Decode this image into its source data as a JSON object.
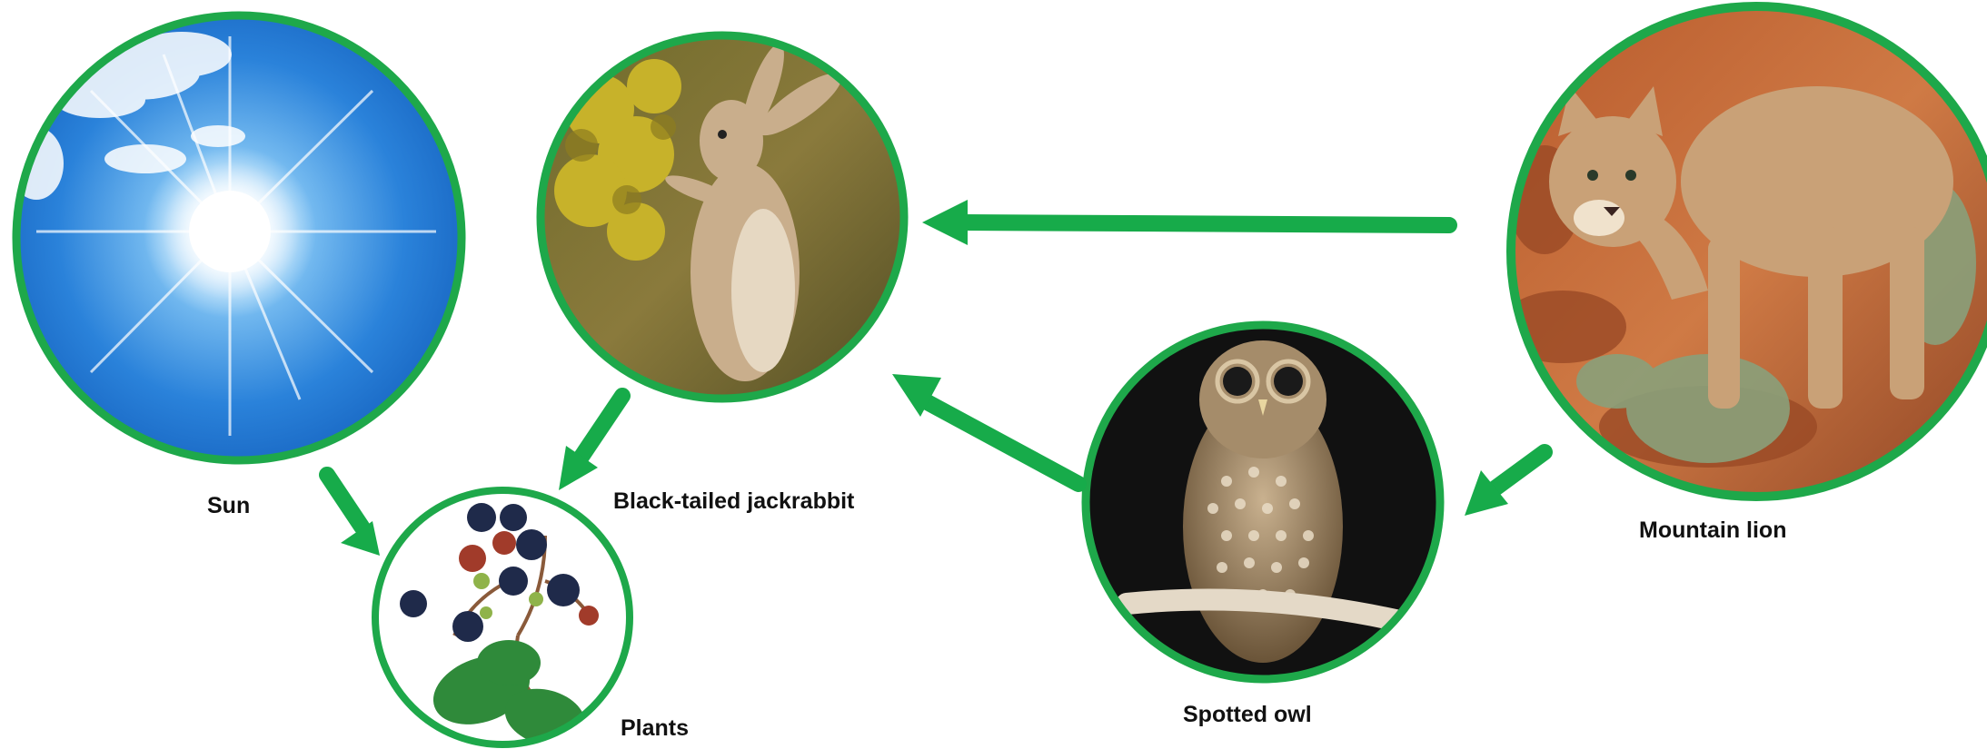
{
  "diagram": {
    "nodes": {
      "sun": {
        "label": "Sun",
        "icon": "sun-photo"
      },
      "jackrabbit": {
        "label": "Black-tailed jackrabbit",
        "icon": "jackrabbit-photo"
      },
      "plants": {
        "label": "Plants",
        "icon": "blackberry-plant-photo"
      },
      "owl": {
        "label": "Spotted owl",
        "icon": "spotted-owl-photo"
      },
      "lion": {
        "label": "Mountain lion",
        "icon": "mountain-lion-photo"
      }
    },
    "edges": [
      {
        "from": "sun",
        "to": "plants"
      },
      {
        "from": "jackrabbit",
        "to": "plants"
      },
      {
        "from": "lion",
        "to": "jackrabbit"
      },
      {
        "from": "owl",
        "to": "jackrabbit"
      },
      {
        "from": "lion",
        "to": "owl"
      }
    ],
    "colors": {
      "ring": "#1ea84a",
      "arrow": "#17ab4a",
      "sky": "#1a6fd0",
      "owl_bg": "#111111"
    }
  }
}
